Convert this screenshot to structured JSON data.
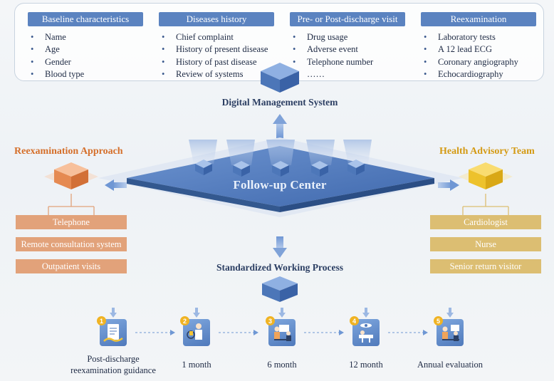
{
  "categories": [
    {
      "title": "Baseline characteristics",
      "items": [
        "Name",
        "Age",
        "Gender",
        "Blood type"
      ]
    },
    {
      "title": "Diseases history",
      "items": [
        "Chief complaint",
        "History of present disease",
        "History of past disease",
        "Review of systems"
      ]
    },
    {
      "title": "Pre- or Post-discharge visit",
      "items": [
        "Drug usage",
        "Adverse event",
        "Telephone number",
        "……"
      ]
    },
    {
      "title": "Reexamination",
      "items": [
        "Laboratory tests",
        "A 12 lead ECG",
        "Coronary angiography",
        "Echocardiography"
      ]
    }
  ],
  "system_title": "Digital Management System",
  "center_title": "Follow-up Center",
  "left": {
    "title": "Reexamination Approach",
    "items": [
      "Telephone",
      "Remote consultation system",
      "Outpatient visits"
    ]
  },
  "right": {
    "title": "Health Advisory Team",
    "items": [
      "Cardiologist",
      "Nurse",
      "Senior return visitor"
    ]
  },
  "process_title": "Standardized Working Process",
  "stages": [
    {
      "num": "1",
      "label_line1": "Post-discharge",
      "label_line2": "reexamination guidance"
    },
    {
      "num": "2",
      "label_line1": "1 month",
      "label_line2": ""
    },
    {
      "num": "3",
      "label_line1": "6 month",
      "label_line2": ""
    },
    {
      "num": "4",
      "label_line1": "12 month",
      "label_line2": ""
    },
    {
      "num": "5",
      "label_line1": "Annual evaluation",
      "label_line2": ""
    }
  ],
  "colors": {
    "header_blue": "#5b83c0",
    "left_orange": "#e2a27a",
    "right_gold": "#dcbe72",
    "cube_blue": "#5d86c4",
    "cube_orange": "#ec9a67",
    "cube_gold": "#f3c335"
  }
}
